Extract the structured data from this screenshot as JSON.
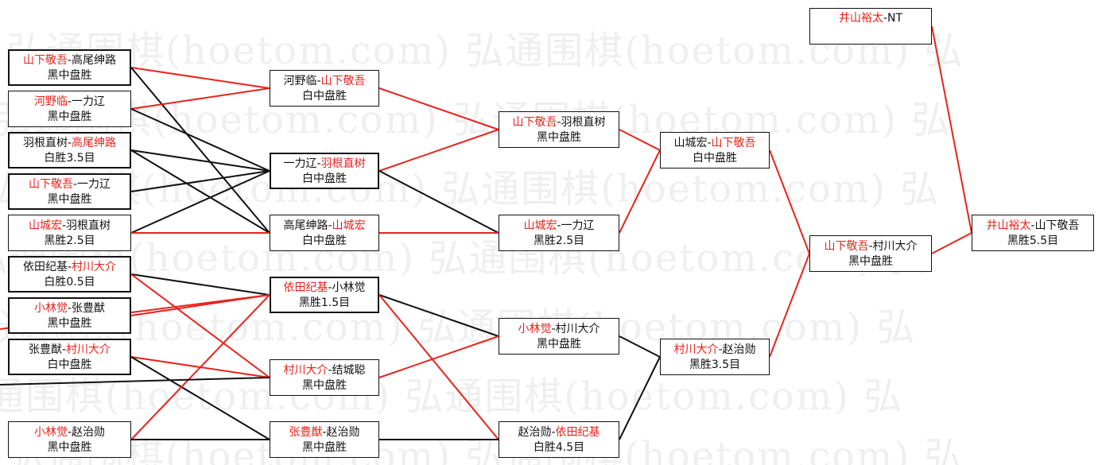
{
  "watermark": {
    "text": "弘通围棋(hoetom.com) 弘通围棋(hoetom.com) 弘"
  },
  "colors": {
    "winner": "#e8231c",
    "text": "#111111",
    "line_red": "#e8231c",
    "line_black": "#111111"
  },
  "games": [
    {
      "id": "r1a",
      "p1": "山下敬吾",
      "p2": "高尾绅路",
      "winner": 1,
      "result": "黑中盘胜"
    },
    {
      "id": "r1b",
      "p1": "河野临",
      "p2": "一力辽",
      "winner": 1,
      "result": "黑中盘胜"
    },
    {
      "id": "r1c",
      "p1": "羽根直树",
      "p2": "高尾绅路",
      "winner": 2,
      "result": "白胜3.5目"
    },
    {
      "id": "r1d",
      "p1": "山下敬吾",
      "p2": "一力辽",
      "winner": 1,
      "result": "黑中盘胜"
    },
    {
      "id": "r1e",
      "p1": "山城宏",
      "p2": "羽根直树",
      "winner": 1,
      "result": "黑胜2.5目"
    },
    {
      "id": "r1f",
      "p1": "依田纪基",
      "p2": "村川大介",
      "winner": 2,
      "result": "白胜0.5目"
    },
    {
      "id": "r1g",
      "p1": "小林觉",
      "p2": "张豊猷",
      "winner": 1,
      "result": "黑中盘胜"
    },
    {
      "id": "r1h",
      "p1": "张豊猷",
      "p2": "村川大介",
      "winner": 2,
      "result": "白中盘胜"
    },
    {
      "id": "r1i",
      "p1": "小林觉",
      "p2": "赵治勋",
      "winner": 1,
      "result": "黑中盘胜"
    },
    {
      "id": "r2a",
      "p1": "河野临",
      "p2": "山下敬吾",
      "winner": 2,
      "result": "白中盘胜"
    },
    {
      "id": "r2b",
      "p1": "一力辽",
      "p2": "羽根直树",
      "winner": 2,
      "result": "白中盘胜"
    },
    {
      "id": "r2c",
      "p1": "高尾绅路",
      "p2": "山城宏",
      "winner": 2,
      "result": "白中盘胜"
    },
    {
      "id": "r2d",
      "p1": "依田纪基",
      "p2": "小林觉",
      "winner": 1,
      "result": "黑胜1.5目"
    },
    {
      "id": "r2e",
      "p1": "村川大介",
      "p2": "结城聪",
      "winner": 1,
      "result": "黑中盘胜"
    },
    {
      "id": "r2f",
      "p1": "张豊猷",
      "p2": "赵治勋",
      "winner": 1,
      "result": "黑中盘胜"
    },
    {
      "id": "r3a",
      "p1": "山下敬吾",
      "p2": "羽根直树",
      "winner": 1,
      "result": "黑中盘胜"
    },
    {
      "id": "r3b",
      "p1": "山城宏",
      "p2": "一力辽",
      "winner": 1,
      "result": "黑胜2.5目"
    },
    {
      "id": "r3c",
      "p1": "小林觉",
      "p2": "村川大介",
      "winner": 1,
      "result": "黑中盘胜"
    },
    {
      "id": "r3d",
      "p1": "赵治勋",
      "p2": "依田纪基",
      "winner": 2,
      "result": "白胜4.5目"
    },
    {
      "id": "r4a",
      "p1": "山城宏",
      "p2": "山下敬吾",
      "winner": 2,
      "result": "白中盘胜"
    },
    {
      "id": "r4b",
      "p1": "村川大介",
      "p2": "赵治勋",
      "winner": 1,
      "result": "黑胜3.5目"
    },
    {
      "id": "r5a",
      "p1": "山下敬吾",
      "p2": "村川大介",
      "winner": 1,
      "result": "黑中盘胜"
    },
    {
      "id": "f1",
      "p1": "井山裕太",
      "p2": "NT",
      "winner": 1,
      "result": ""
    },
    {
      "id": "fin",
      "p1": "井山裕太",
      "p2": "山下敬吾",
      "winner": 1,
      "result": "黑胜5.5目"
    }
  ],
  "connections": [
    {
      "from": "r1a",
      "to": "r2a",
      "color": "red"
    },
    {
      "from": "r1a",
      "to": "r2c",
      "color": "black"
    },
    {
      "from": "r1b",
      "to": "r2a",
      "color": "red"
    },
    {
      "from": "r1b",
      "to": "r2b",
      "color": "black"
    },
    {
      "from": "r1c",
      "to": "r2b",
      "color": "black"
    },
    {
      "from": "r1c",
      "to": "r2c",
      "color": "black"
    },
    {
      "from": "r1d",
      "to": "r2b",
      "color": "black"
    },
    {
      "from": "r1e",
      "to": "r2b",
      "color": "black"
    },
    {
      "from": "r1e",
      "to": "r2c",
      "color": "red"
    },
    {
      "from": "r1f",
      "to": "r2d",
      "color": "black"
    },
    {
      "from": "r1f",
      "to": "r2e",
      "color": "red"
    },
    {
      "from": "r1g",
      "to": "r2d",
      "color": "red"
    },
    {
      "from": "r1h",
      "to": "r2e",
      "color": "red"
    },
    {
      "from": "r1h",
      "to": "r2f",
      "color": "black"
    },
    {
      "from": "r1i",
      "to": "r2d",
      "color": "red"
    },
    {
      "from": "r1i",
      "to": "r2f",
      "color": "black"
    },
    {
      "from": "r2a",
      "to": "r3a",
      "color": "red"
    },
    {
      "from": "r2b",
      "to": "r3a",
      "color": "red"
    },
    {
      "from": "r2b",
      "to": "r3b",
      "color": "black"
    },
    {
      "from": "r2c",
      "to": "r3b",
      "color": "red"
    },
    {
      "from": "r2d",
      "to": "r3c",
      "color": "black"
    },
    {
      "from": "r2d",
      "to": "r3d",
      "color": "red"
    },
    {
      "from": "r2e",
      "to": "r3c",
      "color": "red"
    },
    {
      "from": "r2f",
      "to": "r3d",
      "color": "black"
    },
    {
      "from": "r3a",
      "to": "r4a",
      "color": "red"
    },
    {
      "from": "r3b",
      "to": "r4a",
      "color": "red"
    },
    {
      "from": "r3c",
      "to": "r4b",
      "color": "black"
    },
    {
      "from": "r3d",
      "to": "r4b",
      "color": "black"
    },
    {
      "from": "r4a",
      "to": "r5a",
      "color": "red"
    },
    {
      "from": "r4b",
      "to": "r5a",
      "color": "red"
    },
    {
      "from": "r5a",
      "to": "fin",
      "color": "red"
    },
    {
      "from": "f1",
      "to": "fin",
      "color": "red"
    }
  ]
}
